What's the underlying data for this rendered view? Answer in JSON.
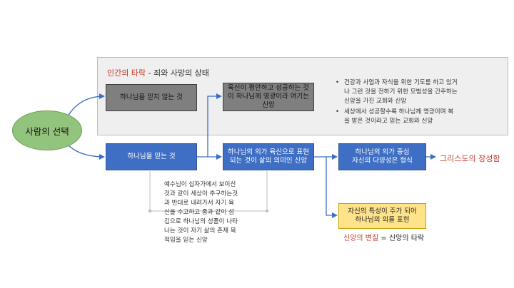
{
  "panel": {
    "title_accent": "인간의 타락",
    "title_rest": " - 죄와 사망의 상태"
  },
  "oval": {
    "label": "사람의 선택"
  },
  "gray_boxes": {
    "unbelief": "하나님을 믿지 않는 것",
    "prosperity": "육신이 평안하고 성공하는 것\n이 하나님께 영광이라 여기는\n신앙"
  },
  "bullets": [
    "건강과 사업과 자식을 위한 기도를 하고 있거\n나 그런 것을 전하기 위한 모범성을 간주하는\n신앙을 가진 교회와 신앙",
    "세상에서 성공할수록 하나님께 영광이며 복\n을 받은 것이라고 믿는 교회와 신앙"
  ],
  "blue_boxes": {
    "belief": "하나님을 믿는 것",
    "express": "하나님의 의가 육신으로 표현\n되는 것이 삶의 의미인 신앙",
    "diversity": "하나님의 의가 중심\n자신의 다양성은 형식"
  },
  "result": "그리스도의 장성함",
  "bottom_note": "예수님이 십자가에서 보이신\n것과 같이 세상이 추구하는것\n과 반대로 내려가서 자기 육\n신을 수고하고 종과 같이 섬\n김으로 하나님의 성품이 나타\n나는 것이 자기 삶의 존재 목\n적임을 믿는 신앙",
  "yellow_box": "자신의 특성이 주가 되어\n하나님의 의를 표현",
  "yellow_caption": {
    "accent": "신앙의 변질",
    "rest": " = 신앙의 타락"
  },
  "colors": {
    "arrow": "#3a6fc1",
    "blue_box": "#3f6fc4",
    "gray_box": "#7f7f7f",
    "oval": "#93c47d",
    "yellow_box": "#ffe38a",
    "accent": "#c0392b"
  }
}
